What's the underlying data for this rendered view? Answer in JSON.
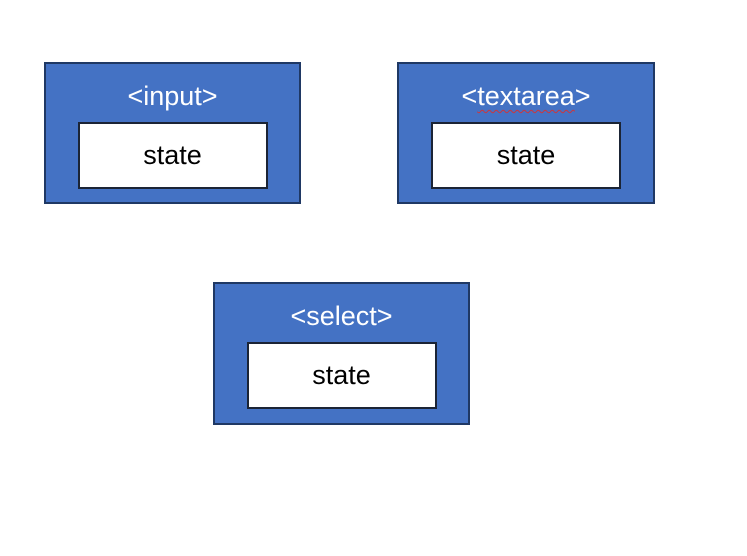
{
  "colors": {
    "box-fill": "#4472C4",
    "box-border": "#1F3864",
    "inner-border": "#1B2435",
    "label-color": "#FFFFFF",
    "state-color": "#000000",
    "squiggle-color": "#D13438",
    "background": "#FFFFFF"
  },
  "boxes": [
    {
      "label_prefix": "<",
      "label_name": "input",
      "label_suffix": ">",
      "state_label": "state",
      "spellcheck_underline": false
    },
    {
      "label_prefix": "<",
      "label_name": "textarea",
      "label_suffix": ">",
      "state_label": "state",
      "spellcheck_underline": true
    },
    {
      "label_prefix": "<",
      "label_name": "select",
      "label_suffix": ">",
      "state_label": "state",
      "spellcheck_underline": false
    }
  ]
}
